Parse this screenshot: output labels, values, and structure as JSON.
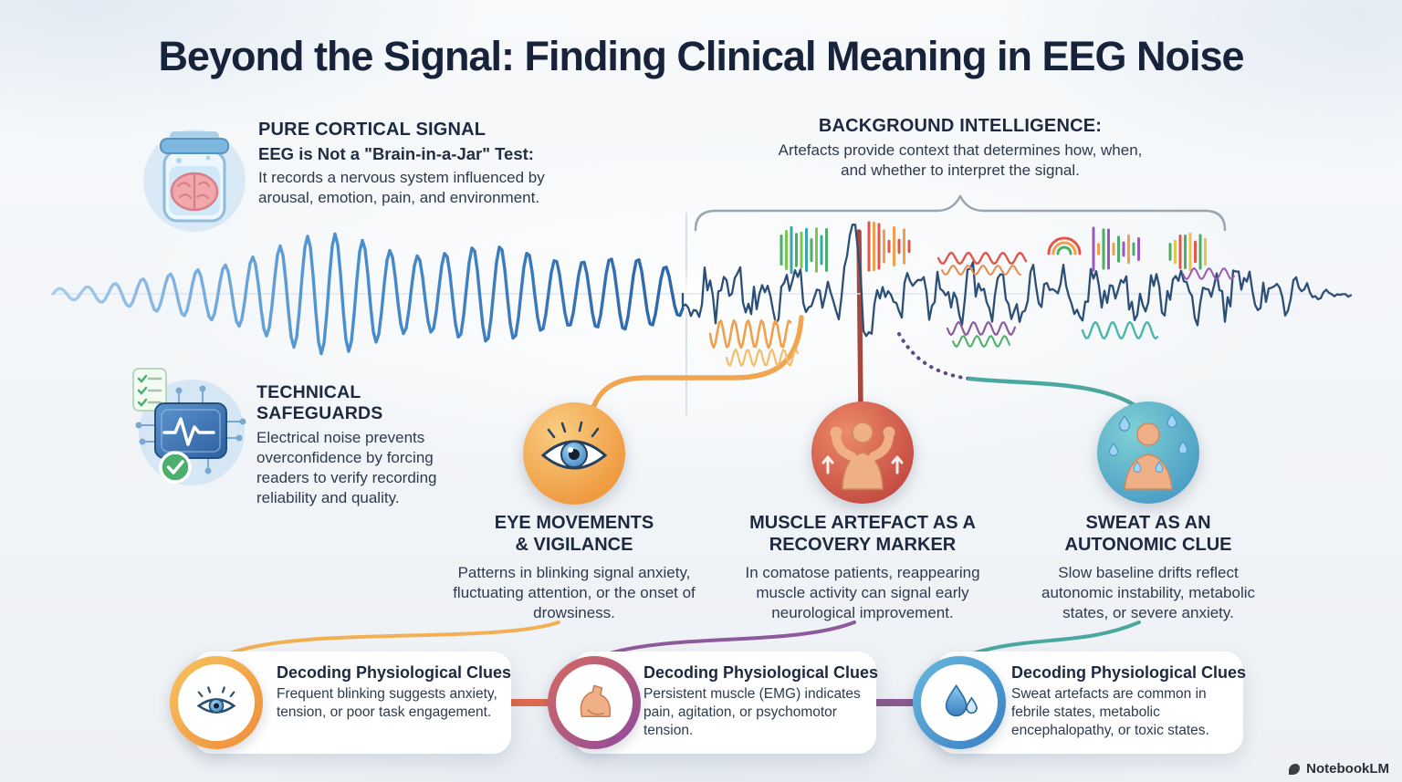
{
  "title": "Beyond the Signal: Finding Clinical Meaning in EEG Noise",
  "watermark": "NotebookLM",
  "colors": {
    "clean_wave": "#4a90d0",
    "noisy_wave": "#2c4f77",
    "eye_accent": "#ef9a3f",
    "muscle_accent": "#c54b42",
    "sweat_accent": "#4b9ec4",
    "title_ink": "#17233a"
  },
  "sections": {
    "pure_cortical": {
      "icon": "brain-in-jar-icon",
      "heading": "PURE CORTICAL SIGNAL",
      "subheading": "EEG is Not a \"Brain-in-a-Jar\" Test:",
      "body": "It records a nervous system influenced by arousal, emotion, pain, and environment."
    },
    "background_intelligence": {
      "heading": "BACKGROUND INTELLIGENCE:",
      "body": "Artefacts provide context that determines how, when, and whether to interpret the signal."
    },
    "technical_safeguards": {
      "icon": "eeg-chip-check-icon",
      "heading": "TECHNICAL SAFEGUARDS",
      "body": "Electrical noise prevents overconfidence by forcing readers to verify recording reliability and quality."
    }
  },
  "columns": [
    {
      "icon": "eye-icon",
      "heading": "EYE MOVEMENTS & VIGILANCE",
      "body": "Patterns in blinking signal anxiety, fluctuating attention, or the onset of drowsiness."
    },
    {
      "icon": "muscle-flex-icon",
      "heading": "MUSCLE ARTEFACT AS A RECOVERY MARKER",
      "body": "In comatose patients, reappearing muscle activity can signal early neurological improvement."
    },
    {
      "icon": "sweating-body-icon",
      "heading": "SWEAT AS AN AUTONOMIC CLUE",
      "body": "Slow baseline drifts reflect autonomic instability, metabolic states, or severe anxiety."
    }
  ],
  "cards": [
    {
      "icon": "eye-outline-icon",
      "heading": "Decoding Physiological Clues",
      "body": "Frequent blinking suggests anxiety, tension, or poor task engagement."
    },
    {
      "icon": "bicep-icon",
      "heading": "Decoding Physiological Clues",
      "body": "Persistent muscle (EMG) indicates pain, agitation, or psychomotor tension."
    },
    {
      "icon": "water-droplet-icon",
      "heading": "Decoding Physiological Clues",
      "body": "Sweat artefacts are common in febrile states, metabolic encephalopathy, or toxic states."
    }
  ]
}
